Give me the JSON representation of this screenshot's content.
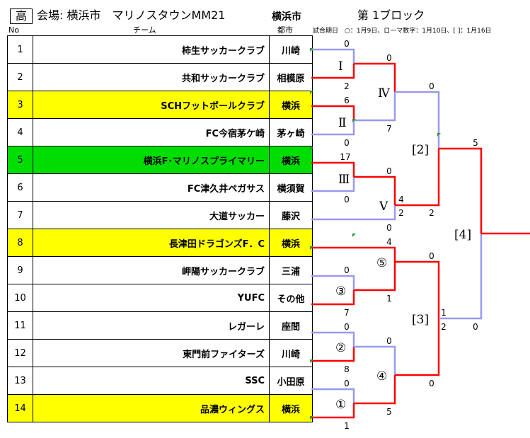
{
  "header": {
    "grade": "高",
    "venue": "会場: 横浜市　マリノスタウンMM21",
    "city": "横浜市",
    "block": "第 1ブロック"
  },
  "columns": {
    "no": "No",
    "team": "チーム",
    "city": "都市"
  },
  "legend": "試合期日　○：1月9日、ローマ数字：1月10日、[ ]：1月16日",
  "colors": {
    "yellow": "#ffff00",
    "green": "#00dd00",
    "win_line": "#ff0000",
    "lose_line": "#9999ee"
  },
  "teams": [
    {
      "no": "1",
      "name": "柿生サッカークラブ",
      "city": "川崎",
      "color": ""
    },
    {
      "no": "2",
      "name": "共和サッカークラブ",
      "city": "相模原",
      "color": ""
    },
    {
      "no": "3",
      "name": "SCHフットボールクラブ",
      "city": "横浜",
      "color": "yellow"
    },
    {
      "no": "4",
      "name": "FC今宿茅ケ崎",
      "city": "茅ヶ崎",
      "color": ""
    },
    {
      "no": "5",
      "name": "横浜F･マリノスプライマリー",
      "city": "横浜",
      "color": "green"
    },
    {
      "no": "6",
      "name": "FC津久井ペガサス",
      "city": "横須賀",
      "color": ""
    },
    {
      "no": "7",
      "name": "大道サッカー",
      "city": "藤沢",
      "color": ""
    },
    {
      "no": "8",
      "name": "長津田ドラゴンズF．C",
      "city": "横浜",
      "color": "yellow"
    },
    {
      "no": "9",
      "name": "岬陽サッカークラブ",
      "city": "三浦",
      "color": ""
    },
    {
      "no": "10",
      "name": "YUFC",
      "city": "その他",
      "color": ""
    },
    {
      "no": "11",
      "name": "レガーレ",
      "city": "座間",
      "color": ""
    },
    {
      "no": "12",
      "name": "東門前ファイターズ",
      "city": "川崎",
      "color": ""
    },
    {
      "no": "13",
      "name": "SSC",
      "city": "小田原",
      "color": ""
    },
    {
      "no": "14",
      "name": "品濃ウィングス",
      "city": "横浜",
      "color": "yellow"
    }
  ],
  "rounds": {
    "r1": "Ⅰ",
    "r2": "Ⅱ",
    "r3": "Ⅲ",
    "r4": "Ⅳ",
    "r5": "Ⅴ",
    "c1": "①",
    "c2": "②",
    "c3": "③",
    "c4": "④",
    "c5": "⑤",
    "b2": "[2]",
    "b3": "[3]",
    "b4": "[4]"
  },
  "scores": {
    "t1": "0",
    "t2": "2",
    "t3": "6",
    "t4": "0",
    "t5": "17",
    "t6": "0",
    "t7": "0",
    "t8": "4",
    "t9": "0",
    "t10": "7",
    "t11": "0",
    "t12": "8",
    "t13": "0",
    "t14": "1",
    "r4_top": "0",
    "r4_bot": "7",
    "r5_top": "0",
    "r5_mid": "4",
    "r5_bot": "2",
    "b2_top": "0",
    "b2_bot": "2",
    "c5_top": "0",
    "c5_bot": "1",
    "c4_top": "0",
    "c4_bot": "5",
    "b3_top": "0",
    "b3_mid": "1",
    "b3_bot": "2",
    "b4_top": "5",
    "b4_bot": "0"
  }
}
